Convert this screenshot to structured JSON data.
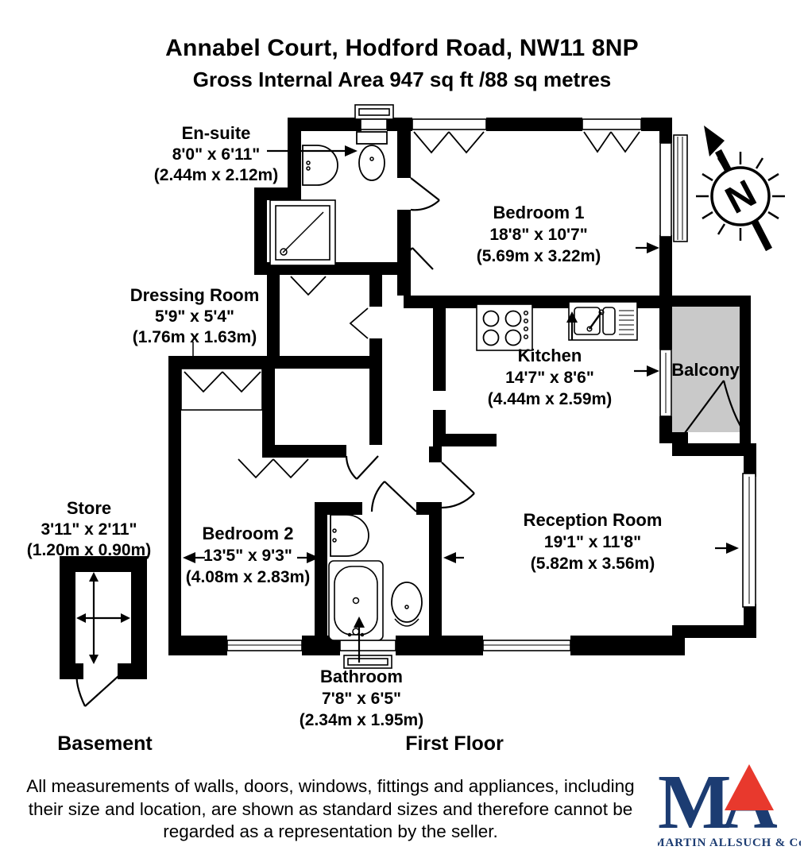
{
  "header": {
    "title": "Annabel Court, Hodford Road, NW11 8NP",
    "subtitle": "Gross Internal Area 947 sq ft /88 sq metres"
  },
  "compass": {
    "label": "N"
  },
  "rooms": {
    "ensuite": {
      "name": "En-suite",
      "imperial": "8'0\" x 6'11\"",
      "metric": "(2.44m x 2.12m)"
    },
    "bedroom1": {
      "name": "Bedroom 1",
      "imperial": "18'8\" x 10'7\"",
      "metric": "(5.69m x 3.22m)"
    },
    "dressing": {
      "name": "Dressing Room",
      "imperial": "5'9\" x 5'4\"",
      "metric": "(1.76m x 1.63m)"
    },
    "kitchen": {
      "name": "Kitchen",
      "imperial": "14'7\" x 8'6\"",
      "metric": "(4.44m x 2.59m)"
    },
    "balcony": {
      "name": "Balcony"
    },
    "reception": {
      "name": "Reception Room",
      "imperial": "19'1\" x 11'8\"",
      "metric": "(5.82m x 3.56m)"
    },
    "bedroom2": {
      "name": "Bedroom 2",
      "imperial": "13'5\" x 9'3\"",
      "metric": "(4.08m x 2.83m)"
    },
    "bathroom": {
      "name": "Bathroom",
      "imperial": "7'8\" x 6'5\"",
      "metric": "(2.34m x 1.95m)"
    },
    "store": {
      "name": "Store",
      "imperial": "3'11\" x 2'11\"",
      "metric": "(1.20m x 0.90m)"
    }
  },
  "floors": {
    "basement": "Basement",
    "first_floor": "First Floor"
  },
  "disclaimer": {
    "line1": "All measurements of walls, doors, windows, fittings and appliances, including",
    "line2": "their size and location, are shown as standard sizes and therefore cannot be",
    "line3": "regarded as a representation by the seller."
  },
  "logo": {
    "letter_m": "M",
    "letter_a": "A",
    "company": "MARTIN ALLSUCH & Co"
  },
  "colors": {
    "wall": "#000000",
    "balcony_fill": "#c9c9c9",
    "logo_navy": "#1c3c72",
    "logo_red": "#e8392d"
  }
}
